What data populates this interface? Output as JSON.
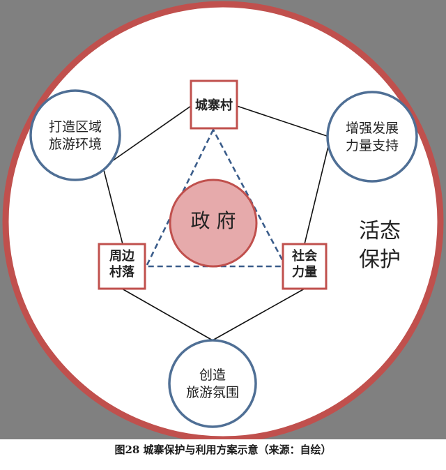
{
  "center": {
    "text": "政 府"
  },
  "nodes": {
    "top": "城寨村",
    "left": [
      "周边",
      "村落"
    ],
    "right": [
      "社会",
      "力量"
    ]
  },
  "satellites": {
    "top_left": [
      "打造区域",
      "旅游环境"
    ],
    "top_right": [
      "增强发展",
      "力量支持"
    ],
    "bottom": [
      "创造",
      "旅游氛围"
    ]
  },
  "side_label": [
    "活态",
    "保护"
  ],
  "caption": "图28 城寨保护与利用方案示意（来源：自绘）",
  "colors": {
    "outer_border": "#c0504d",
    "center_fill": "#e6aaab",
    "triangle": "#3a5c8a",
    "satellite_border": "#4f6f95",
    "box_border": "#c0504d",
    "background": "#808080"
  }
}
